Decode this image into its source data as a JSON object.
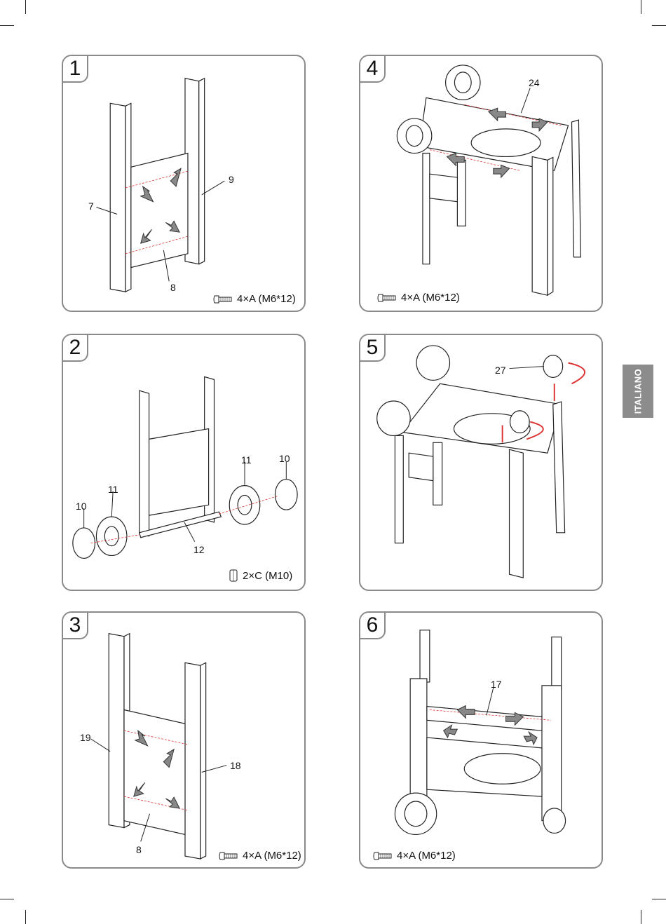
{
  "language_tab": "ITALIANO",
  "steps": [
    {
      "number": "1",
      "labels": [
        "9",
        "7",
        "8"
      ],
      "hardware": "4×A (M6*12)",
      "hardware_icon": "bolt-icon"
    },
    {
      "number": "2",
      "labels": [
        "11",
        "10",
        "11",
        "10",
        "12"
      ],
      "hardware": "2×C (M10)",
      "hardware_icon": "nut-icon"
    },
    {
      "number": "3",
      "labels": [
        "19",
        "18",
        "8"
      ],
      "hardware": "4×A (M6*12)",
      "hardware_icon": "bolt-icon"
    },
    {
      "number": "4",
      "labels": [
        "24"
      ],
      "hardware": "4×A (M6*12)",
      "hardware_icon": "bolt-icon"
    },
    {
      "number": "5",
      "labels": [
        "27"
      ],
      "hardware": "",
      "hardware_icon": ""
    },
    {
      "number": "6",
      "labels": [
        "17"
      ],
      "hardware": "4×A (M6*12)",
      "hardware_icon": "bolt-icon"
    }
  ]
}
